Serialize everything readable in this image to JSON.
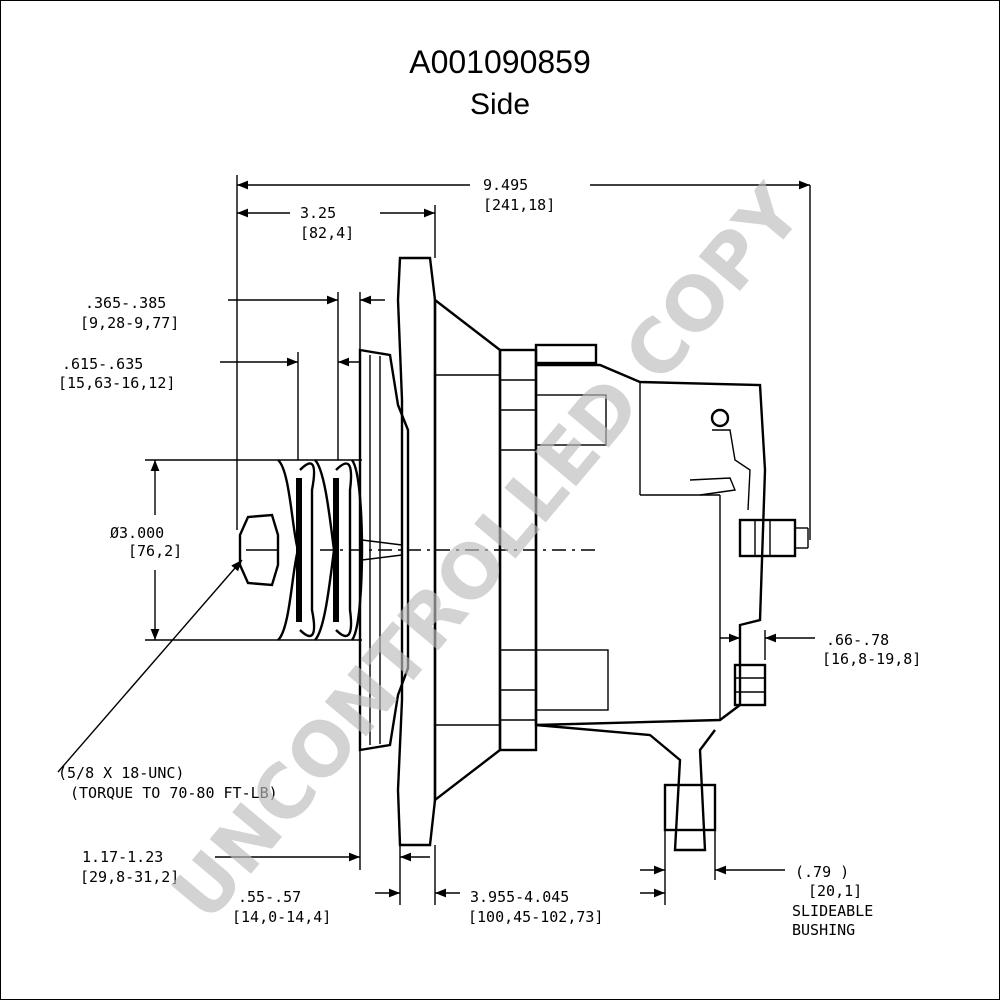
{
  "title": "A001090859",
  "subtitle": "Side",
  "watermark": "UNCONTROLLED COPY",
  "dimensions": {
    "overall_length": {
      "inch": "9.495",
      "mm": "[241,18]"
    },
    "front_to_flange": {
      "inch": "3.25",
      "mm": "[82,4]"
    },
    "pulley_groove_a": {
      "inch": ".365-.385",
      "mm": "[9,28-9,77]"
    },
    "pulley_groove_b": {
      "inch": ".615-.635",
      "mm": "[15,63-16,12]"
    },
    "pulley_diameter": {
      "inch": "Ø3.000",
      "mm": "[76,2]"
    },
    "shaft_thread": {
      "line1": "(5/8 X 18-UNC)",
      "line2": "(TORQUE TO 70-80 FT-LB)"
    },
    "terminal_offset": {
      "inch": ".66-.78",
      "mm": "[16,8-19,8]"
    },
    "hub_depth": {
      "inch": "1.17-1.23",
      "mm": "[29,8-31,2]"
    },
    "flange_thickness": {
      "inch": ".55-.57",
      "mm": "[14,0-14,4]"
    },
    "mount_distance": {
      "inch": "3.955-4.045",
      "mm": "[100,45-102,73]"
    },
    "bushing": {
      "inch": "(.79 )",
      "mm": "[20,1]",
      "line3": "SLIDEABLE",
      "line4": "BUSHING"
    }
  }
}
